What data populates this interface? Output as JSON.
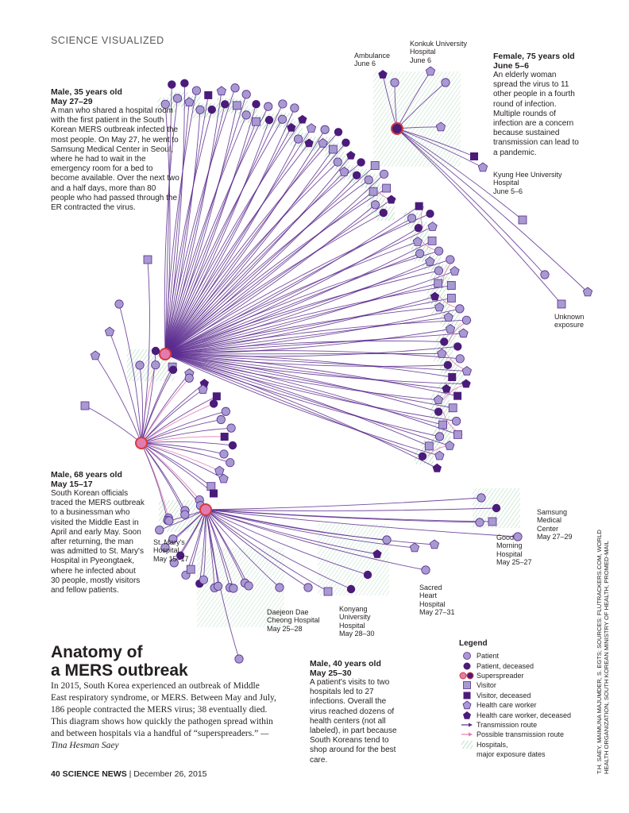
{
  "section_label": "SCIENCE VISUALIZED",
  "annotations": {
    "male35": {
      "heading1": "Male, 35 years old",
      "heading2": "May 27–29",
      "body": "A man who shared a hospital room with the first patient in the South Korean MERS outbreak infected the most people. On May 27, he went to Samsung Medical Center in Seoul, where he had to wait in the emergency room for a bed to become available. Over the next two and a half days, more than 80 people who had passed through the ER contracted the virus."
    },
    "female75": {
      "heading1": "Female, 75 years old",
      "heading2": "June 5–6",
      "body": "An elderly woman spread the virus to 11 other people in a fourth round of infection. Multiple rounds of infection are a concern because sustained transmission can lead to a pandemic."
    },
    "male68": {
      "heading1": "Male, 68 years old",
      "heading2": "May 15–17",
      "body": "South Korean officials traced the MERS outbreak to a businessman who visited the Middle East in April and early May. Soon after returning, the man was admitted to St. Mary's Hospital in Pyeongtaek, where he infected about 30 people, mostly visitors and fellow patients."
    },
    "male40": {
      "heading1": "Male, 40 years old",
      "heading2": "May 25–30",
      "body": "A patient's visits to two hospitals led to 27 infections. Overall the virus reached dozens of health centers (not all labeled), in part because South Koreans tend to shop around for the best care."
    }
  },
  "hospital_labels": {
    "ambulance": [
      "Ambulance",
      "June 6"
    ],
    "konkuk": [
      "Konkuk University",
      "Hospital",
      "June 6"
    ],
    "kyunghee": [
      "Kyung Hee University",
      "Hospital",
      "June 5–6"
    ],
    "unknown": [
      "Unknown",
      "exposure"
    ],
    "samsung": [
      "Samsung",
      "Medical",
      "Center",
      "May 27–29"
    ],
    "goodmorning": [
      "Good",
      "Morning",
      "Hospital",
      "May 25–27"
    ],
    "sacredheart": [
      "Sacred",
      "Heart",
      "Hospital",
      "May 27–31"
    ],
    "konyang": [
      "Konyang",
      "University",
      "Hospital",
      "May 28–30"
    ],
    "daejeon": [
      "Daejeon Dae",
      "Cheong Hospital",
      "May 25–28"
    ],
    "stmary": [
      "St. Mary's",
      "Hospital",
      "May 15–17"
    ]
  },
  "title": [
    "Anatomy of",
    "a MERS outbreak"
  ],
  "intro": "In 2015, South Korea experienced an outbreak of Middle East respiratory syndrome, or MERS. Between May and July, 186 people contracted the MERS virus; 38 eventually died. This diagram shows how quickly the pathogen spread within and between hospitals via a handful of “superspreaders.”",
  "byline": "— Tina Hesman Saey",
  "legend": {
    "title": "Legend",
    "items": [
      {
        "symbol": "circle-light",
        "label": "Patient"
      },
      {
        "symbol": "circle-dark",
        "label": "Patient, deceased"
      },
      {
        "symbol": "superspreader",
        "label": "Superspreader"
      },
      {
        "symbol": "square-light",
        "label": "Visitor"
      },
      {
        "symbol": "square-dark",
        "label": "Visitor, deceased"
      },
      {
        "symbol": "pentagon-light",
        "label": "Health care worker"
      },
      {
        "symbol": "pentagon-dark",
        "label": "Health care worker, deceased"
      },
      {
        "symbol": "arrow-purple",
        "label": "Transmission route"
      },
      {
        "symbol": "arrow-pink",
        "label": "Possible transmission route"
      },
      {
        "symbol": "hatch",
        "label": "Hospitals,"
      },
      {
        "symbol": "none",
        "label": "major exposure dates"
      }
    ]
  },
  "footer": {
    "page": "40",
    "magazine": "SCIENCE NEWS",
    "date": "December 26, 2015"
  },
  "credit": [
    "T.H. SAEY, MAIMUNA MAJUMDER, S. EGTS; SOURCES: FLUTRACKERS.COM, WORLD",
    "HEALTH ORGANIZATION, SOUTH KOREAN MINISTRY OF HEALTH, PROMED-MAIL"
  ],
  "colors": {
    "light": "#a79ad1",
    "dark": "#4b1b7a",
    "line": "#5a2a8e",
    "pink": "#e27bb1",
    "hatch": "#b7dcbf",
    "ring": "#d63b3b"
  }
}
